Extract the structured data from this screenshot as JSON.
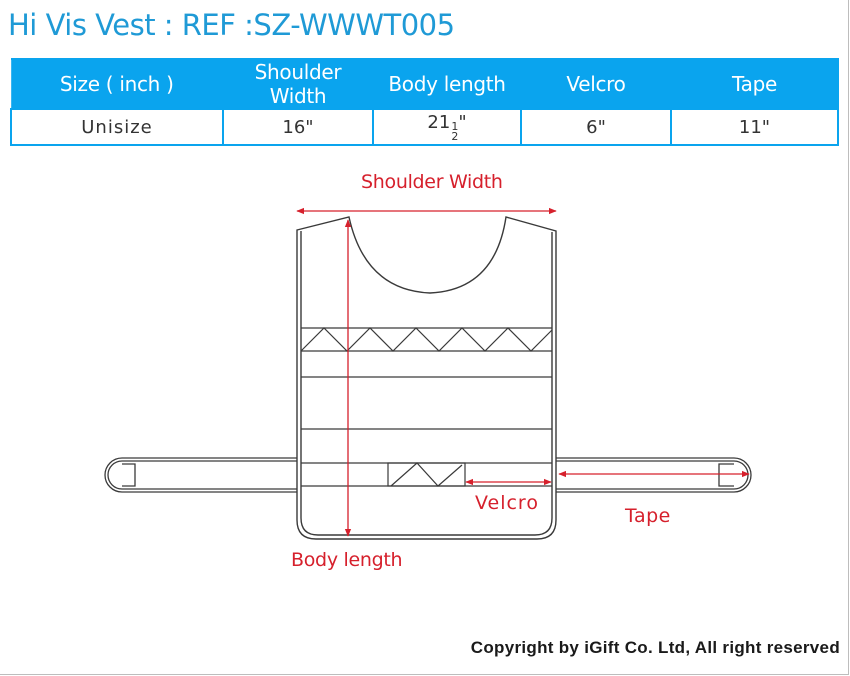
{
  "title": "Hi Vis Vest : REF :SZ-WWWT005",
  "table": {
    "headers": [
      "Size ( inch )",
      "Shoulder Width",
      "Body length",
      "Velcro",
      "Tape"
    ],
    "rows": [
      {
        "size": "Unisize",
        "shoulder_width": "16\"",
        "body_length_whole": "21",
        "body_length_num": "1",
        "body_length_den": "2",
        "body_length_unit": "\"",
        "velcro": "6\"",
        "tape": "11\""
      }
    ]
  },
  "diagram": {
    "labels": {
      "shoulder_width": "Shoulder Width",
      "body_length": "Body length",
      "velcro": "Velcro",
      "tape": "Tape"
    },
    "colors": {
      "outline": "#3a3a3a",
      "measure": "#d6202c",
      "header_blue": "#0aa4ee",
      "title_blue": "#1f9ad6"
    }
  },
  "footer": {
    "copyright": "Copyright by iGift Co. Ltd, All right reserved"
  }
}
